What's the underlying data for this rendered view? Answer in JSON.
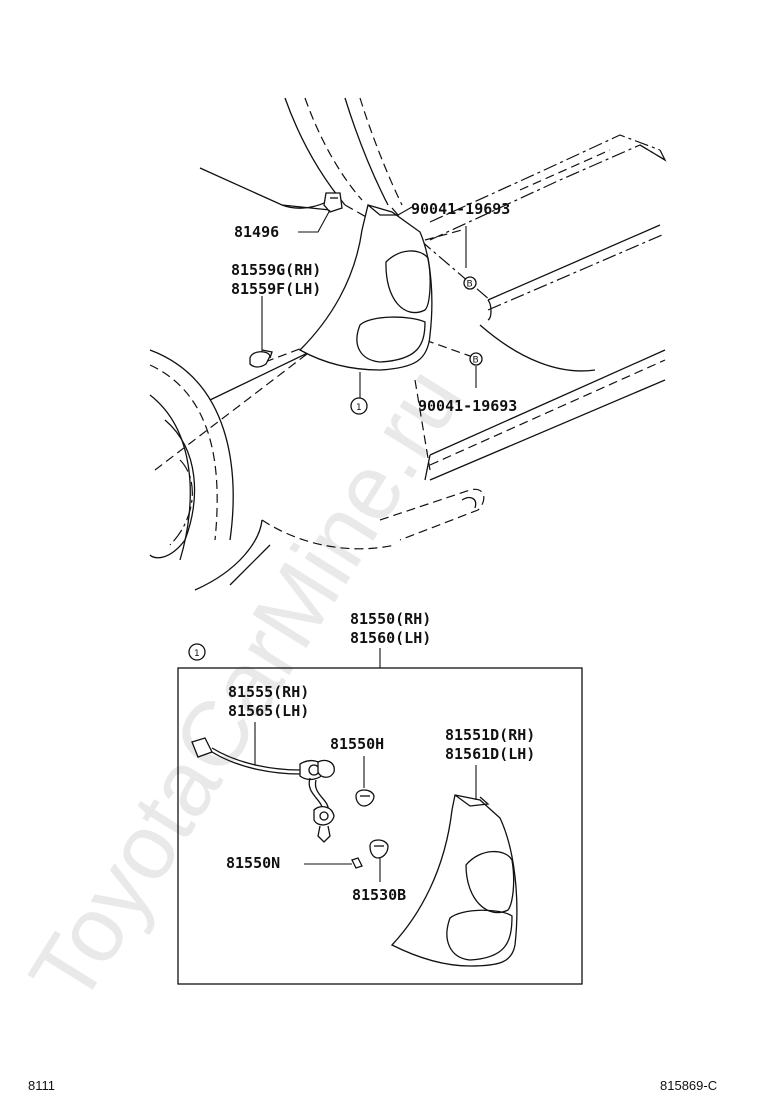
{
  "watermark": "ToyotaCarMine.ru",
  "callouts": {
    "p81496": "81496",
    "p90041_top": "90041-19693",
    "p81559g": "81559G(RH)",
    "p81559f": "81559F(LH)",
    "p90041_bottom": "90041-19693",
    "p81550rh": "81550(RH)",
    "p81560lh": "81560(LH)",
    "p81555rh": "81555(RH)",
    "p81565lh": "81565(LH)",
    "p81550h": "81550H",
    "p81551d": "81551D(RH)",
    "p81561d": "81561D(LH)",
    "p81550n": "81550N",
    "p81530b": "81530B"
  },
  "markers": {
    "ref_circle": "1",
    "ref_circle_box": "1",
    "bolt_b_top": "B",
    "bolt_b_bottom": "B"
  },
  "footer": {
    "left_code": "8111",
    "right_code": "815869-C"
  }
}
